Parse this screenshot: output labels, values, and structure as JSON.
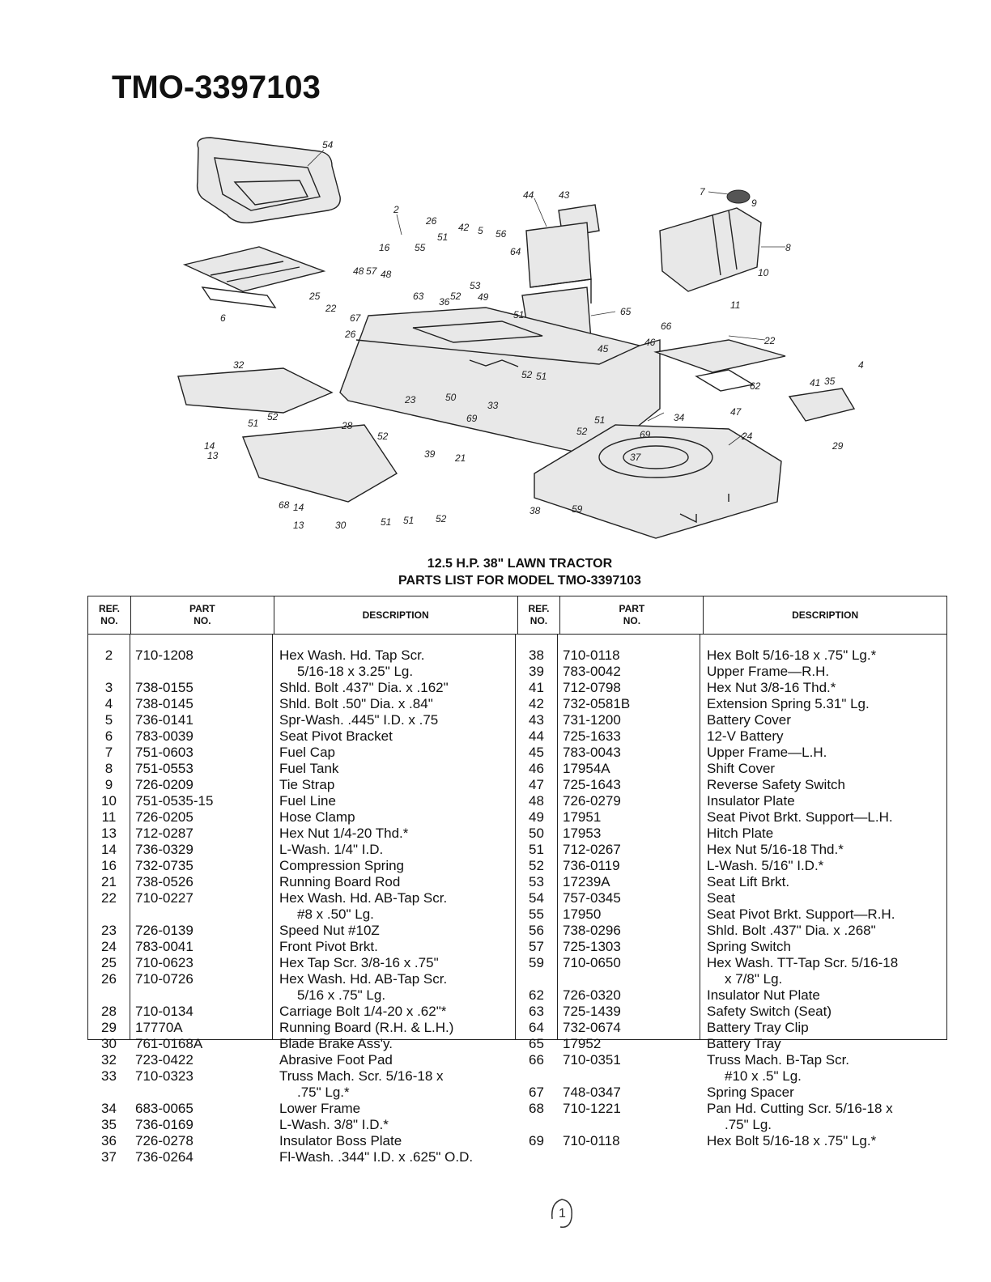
{
  "document": {
    "title": "TMO-3397103",
    "subtitle_line1": "12.5 H.P. 38\" LAWN TRACTOR",
    "subtitle_line2": "PARTS LIST FOR MODEL TMO-3397103"
  },
  "diagram": {
    "callouts": [
      "54",
      "2",
      "16",
      "26",
      "55",
      "51",
      "42",
      "5",
      "56",
      "44",
      "43",
      "7",
      "9",
      "8",
      "10",
      "11",
      "48",
      "57",
      "48",
      "64",
      "52",
      "25",
      "6",
      "22",
      "36",
      "53",
      "63",
      "67",
      "49",
      "51",
      "65",
      "26",
      "46",
      "66",
      "22",
      "45",
      "32",
      "33",
      "50",
      "23",
      "52",
      "51",
      "62",
      "47",
      "4",
      "41",
      "35",
      "51",
      "52",
      "28",
      "69",
      "29",
      "34",
      "24",
      "14",
      "13",
      "52",
      "39",
      "21",
      "52",
      "51",
      "69",
      "37",
      "68",
      "14",
      "13",
      "30",
      "51",
      "51",
      "52",
      "38",
      "59"
    ]
  },
  "table": {
    "headers": {
      "ref_no_a": "REF.",
      "ref_no_b": "NO.",
      "part_no_a": "PART",
      "part_no_b": "NO.",
      "description": "DESCRIPTION"
    },
    "left": [
      {
        "ref": "2",
        "part": "710-1208",
        "desc": "Hex Wash. Hd. Tap Scr."
      },
      {
        "ref": "",
        "part": "",
        "desc": "5/16-18 x 3.25\" Lg.",
        "indent": true
      },
      {
        "ref": "3",
        "part": "738-0155",
        "desc": "Shld. Bolt .437\" Dia. x .162\""
      },
      {
        "ref": "4",
        "part": "738-0145",
        "desc": "Shld. Bolt .50\" Dia. x .84\""
      },
      {
        "ref": "5",
        "part": "736-0141",
        "desc": "Spr-Wash. .445\" I.D. x .75"
      },
      {
        "ref": "6",
        "part": "783-0039",
        "desc": "Seat Pivot Bracket"
      },
      {
        "ref": "7",
        "part": "751-0603",
        "desc": "Fuel Cap"
      },
      {
        "ref": "8",
        "part": "751-0553",
        "desc": "Fuel Tank"
      },
      {
        "ref": "9",
        "part": "726-0209",
        "desc": "Tie Strap"
      },
      {
        "ref": "10",
        "part": "751-0535-15",
        "desc": "Fuel Line"
      },
      {
        "ref": "11",
        "part": "726-0205",
        "desc": "Hose Clamp"
      },
      {
        "ref": "13",
        "part": "712-0287",
        "desc": "Hex Nut 1/4-20 Thd.*"
      },
      {
        "ref": "14",
        "part": "736-0329",
        "desc": "L-Wash. 1/4\" I.D."
      },
      {
        "ref": "16",
        "part": "732-0735",
        "desc": "Compression Spring"
      },
      {
        "ref": "21",
        "part": "738-0526",
        "desc": "Running Board Rod"
      },
      {
        "ref": "22",
        "part": "710-0227",
        "desc": "Hex Wash. Hd. AB-Tap Scr."
      },
      {
        "ref": "",
        "part": "",
        "desc": "#8 x .50\" Lg.",
        "indent": true
      },
      {
        "ref": "23",
        "part": "726-0139",
        "desc": "Speed Nut #10Z"
      },
      {
        "ref": "24",
        "part": "783-0041",
        "desc": "Front Pivot Brkt."
      },
      {
        "ref": "25",
        "part": "710-0623",
        "desc": "Hex Tap Scr. 3/8-16 x .75\""
      },
      {
        "ref": "26",
        "part": "710-0726",
        "desc": "Hex Wash. Hd. AB-Tap Scr."
      },
      {
        "ref": "",
        "part": "",
        "desc": "5/16 x .75\" Lg.",
        "indent": true
      },
      {
        "ref": "28",
        "part": "710-0134",
        "desc": "Carriage Bolt 1/4-20 x .62\"*"
      },
      {
        "ref": "29",
        "part": "17770A",
        "desc": "Running Board (R.H. & L.H.)"
      },
      {
        "ref": "30",
        "part": "761-0168A",
        "desc": "Blade Brake Ass'y."
      },
      {
        "ref": "32",
        "part": "723-0422",
        "desc": "Abrasive Foot Pad"
      },
      {
        "ref": "33",
        "part": "710-0323",
        "desc": "Truss Mach. Scr. 5/16-18 x"
      },
      {
        "ref": "",
        "part": "",
        "desc": ".75\" Lg.*",
        "indent": true
      },
      {
        "ref": "34",
        "part": "683-0065",
        "desc": "Lower Frame"
      },
      {
        "ref": "35",
        "part": "736-0169",
        "desc": "L-Wash. 3/8\" I.D.*"
      },
      {
        "ref": "36",
        "part": "726-0278",
        "desc": "Insulator Boss Plate"
      },
      {
        "ref": "37",
        "part": "736-0264",
        "desc": "Fl-Wash. .344\" I.D. x .625\" O.D."
      }
    ],
    "right": [
      {
        "ref": "38",
        "part": "710-0118",
        "desc": "Hex Bolt 5/16-18 x .75\" Lg.*"
      },
      {
        "ref": "39",
        "part": "783-0042",
        "desc": "Upper Frame—R.H."
      },
      {
        "ref": "41",
        "part": "712-0798",
        "desc": "Hex Nut 3/8-16 Thd.*"
      },
      {
        "ref": "42",
        "part": "732-0581B",
        "desc": "Extension Spring 5.31\" Lg."
      },
      {
        "ref": "43",
        "part": "731-1200",
        "desc": "Battery Cover"
      },
      {
        "ref": "44",
        "part": "725-1633",
        "desc": "12-V Battery"
      },
      {
        "ref": "45",
        "part": "783-0043",
        "desc": "Upper Frame—L.H."
      },
      {
        "ref": "46",
        "part": "17954A",
        "desc": "Shift Cover"
      },
      {
        "ref": "47",
        "part": "725-1643",
        "desc": "Reverse Safety Switch"
      },
      {
        "ref": "48",
        "part": "726-0279",
        "desc": "Insulator Plate"
      },
      {
        "ref": "49",
        "part": "17951",
        "desc": "Seat Pivot Brkt. Support—L.H."
      },
      {
        "ref": "50",
        "part": "17953",
        "desc": "Hitch Plate"
      },
      {
        "ref": "51",
        "part": "712-0267",
        "desc": "Hex Nut 5/16-18 Thd.*"
      },
      {
        "ref": "52",
        "part": "736-0119",
        "desc": "L-Wash. 5/16\" I.D.*"
      },
      {
        "ref": "53",
        "part": "17239A",
        "desc": "Seat Lift Brkt."
      },
      {
        "ref": "54",
        "part": "757-0345",
        "desc": "Seat"
      },
      {
        "ref": "55",
        "part": "17950",
        "desc": "Seat Pivot Brkt. Support—R.H."
      },
      {
        "ref": "56",
        "part": "738-0296",
        "desc": "Shld. Bolt .437\" Dia. x .268\""
      },
      {
        "ref": "57",
        "part": "725-1303",
        "desc": "Spring Switch"
      },
      {
        "ref": "59",
        "part": "710-0650",
        "desc": "Hex Wash. TT-Tap Scr. 5/16-18"
      },
      {
        "ref": "",
        "part": "",
        "desc": "x 7/8\" Lg.",
        "indent": true
      },
      {
        "ref": "62",
        "part": "726-0320",
        "desc": "Insulator Nut Plate"
      },
      {
        "ref": "63",
        "part": "725-1439",
        "desc": "Safety Switch (Seat)"
      },
      {
        "ref": "64",
        "part": "732-0674",
        "desc": "Battery Tray Clip"
      },
      {
        "ref": "65",
        "part": "17952",
        "desc": "Battery Tray"
      },
      {
        "ref": "66",
        "part": "710-0351",
        "desc": "Truss Mach. B-Tap Scr."
      },
      {
        "ref": "",
        "part": "",
        "desc": "#10 x .5\" Lg.",
        "indent": true
      },
      {
        "ref": "67",
        "part": "748-0347",
        "desc": "Spring Spacer"
      },
      {
        "ref": "68",
        "part": "710-1221",
        "desc": "Pan Hd. Cutting Scr. 5/16-18 x"
      },
      {
        "ref": "",
        "part": "",
        "desc": ".75\" Lg.",
        "indent": true
      },
      {
        "ref": "69",
        "part": "710-0118",
        "desc": "Hex Bolt 5/16-18 x .75\" Lg.*"
      }
    ]
  },
  "page_mark": "1"
}
